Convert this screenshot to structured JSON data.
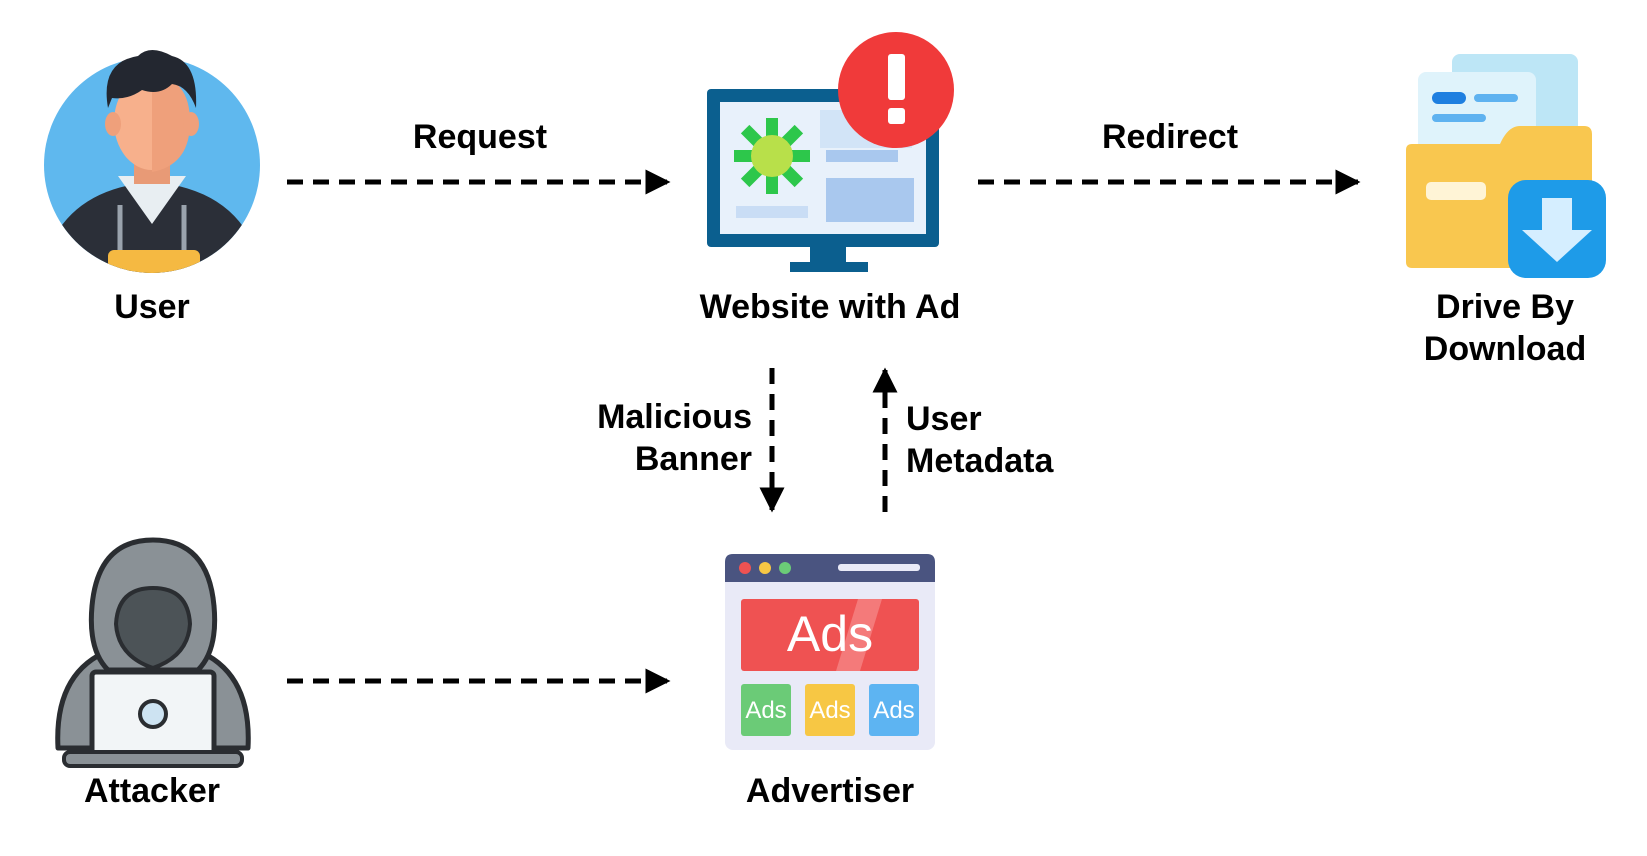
{
  "nodes": {
    "user": {
      "label": "User",
      "icon": "user-avatar-icon"
    },
    "website": {
      "label": "Website with Ad",
      "icon": "monitor-alert-icon"
    },
    "download": {
      "label_line1": "Drive By",
      "label_line2": "Download",
      "icon": "download-folder-icon"
    },
    "attacker": {
      "label": "Attacker",
      "icon": "hooded-hacker-icon"
    },
    "advertiser": {
      "label": "Advertiser",
      "icon": "ads-browser-icon"
    }
  },
  "edges": {
    "request": {
      "label": "Request"
    },
    "redirect": {
      "label": "Redirect"
    },
    "malicious_banner": {
      "label_line1": "Malicious",
      "label_line2": "Banner"
    },
    "user_metadata": {
      "label_line1": "User",
      "label_line2": "Metadata"
    }
  },
  "ads_icon": {
    "banner_text": "Ads",
    "tile_texts": [
      "Ads",
      "Ads",
      "Ads"
    ]
  },
  "colors": {
    "arrow": "#000000",
    "alert_red": "#F03A3A",
    "user_circle": "#5FB8EE",
    "folder_yellow": "#F9C74F",
    "download_blue": "#1E9BE8",
    "monitor_frame": "#0B5F8F",
    "ads_red": "#EF5252"
  }
}
